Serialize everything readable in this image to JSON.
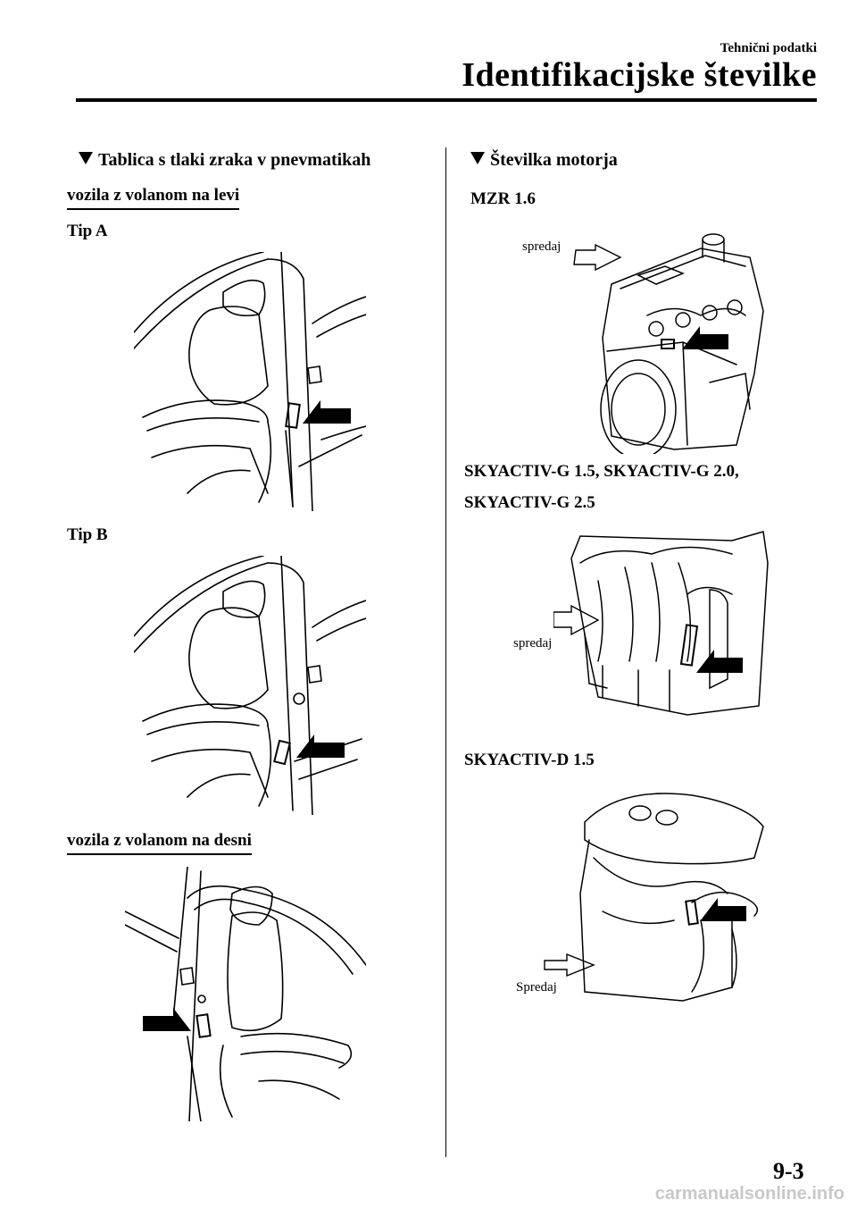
{
  "header": {
    "chapter": "Tehnični podatki",
    "title": "Identifikacijske številke"
  },
  "left_column": {
    "section_title": "Tablica s tlaki zraka v pnevmatikah",
    "lhd_heading": "vozila z volanom na levi",
    "type_a": "Tip A",
    "type_b": "Tip B",
    "rhd_heading": "vozila z volanom na desni"
  },
  "right_column": {
    "section_title": "Številka motorja",
    "engine1": "MZR 1.6",
    "engine2_line1": "SKYACTIV-G 1.5, SKYACTIV-G 2.0,",
    "engine2_line2": "SKYACTIV-G 2.5",
    "engine3": "SKYACTIV-D 1.5",
    "front_label_lower": "spredaj",
    "front_label_capital": "Spredaj"
  },
  "footer": {
    "page_number": "9-3",
    "watermark": "carmanualsonline.info"
  },
  "icons": {
    "section_marker": "triangle-down-icon",
    "pointer": "arrow-pointer-icon"
  }
}
